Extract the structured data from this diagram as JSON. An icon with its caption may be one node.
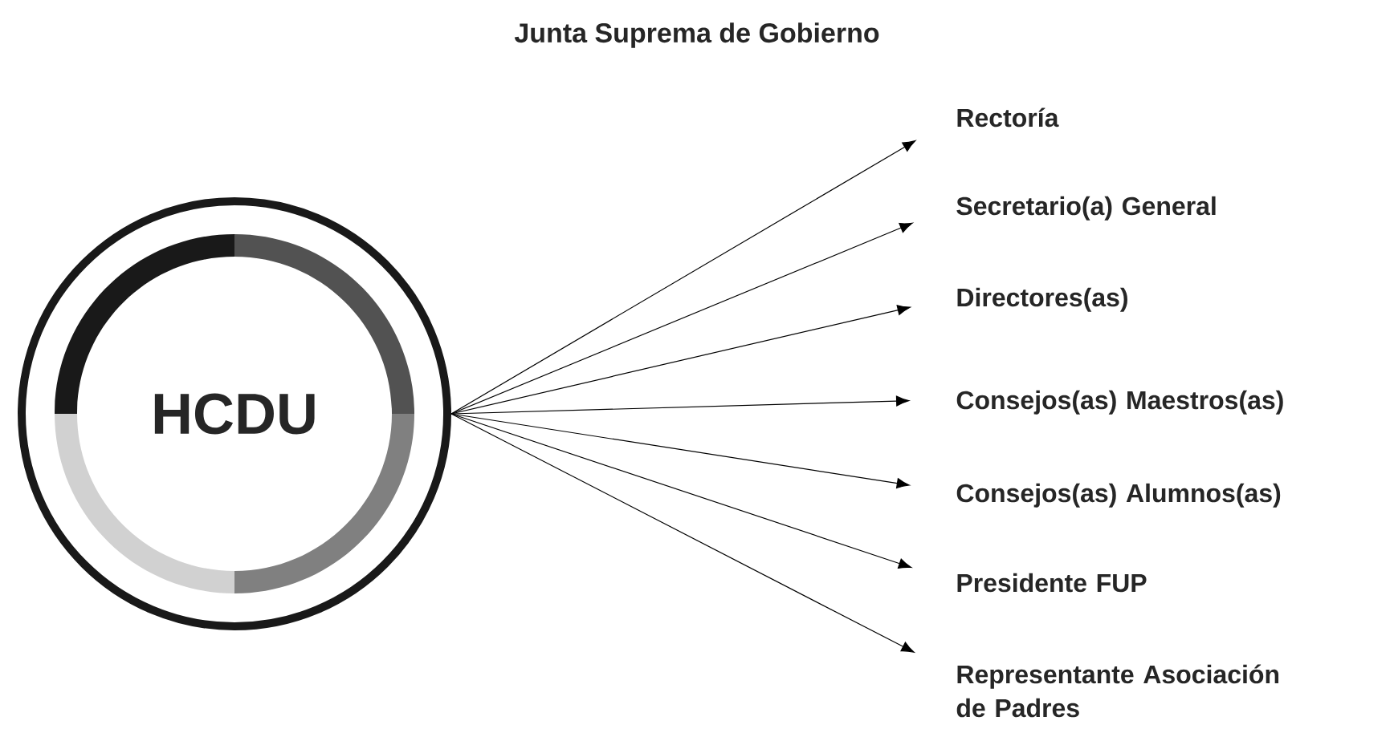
{
  "diagram": {
    "title": "Junta Suprema de Gobierno",
    "nodes": [
      {
        "text": [
          "HCDU"
        ]
      },
      {
        "text": [
          "Rectoría"
        ]
      },
      {
        "text": [
          "Secretario(a) General"
        ]
      },
      {
        "text": [
          "Directores(as)"
        ]
      },
      {
        "text": [
          "Consejos(as) Maestros(as)"
        ]
      },
      {
        "text": [
          "Consejos(as) Alumnos(as)"
        ]
      },
      {
        "text": [
          "Presidente FUP"
        ]
      },
      {
        "text": [
          "Representante Asociación de Padres"
        ]
      }
    ],
    "edges": [
      {
        "from": 0,
        "to": 1,
        "arrow": "to"
      },
      {
        "from": 0,
        "to": 2,
        "arrow": "to"
      },
      {
        "from": 0,
        "to": 3,
        "arrow": "to"
      },
      {
        "from": 0,
        "to": 4,
        "arrow": "to"
      },
      {
        "from": 0,
        "to": 5,
        "arrow": "to"
      },
      {
        "from": 0,
        "to": 6,
        "arrow": "to"
      },
      {
        "from": 0,
        "to": 7,
        "arrow": "to"
      }
    ]
  }
}
